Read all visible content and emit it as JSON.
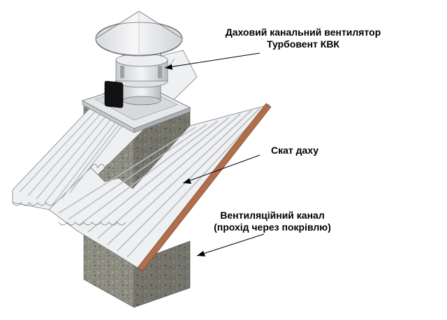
{
  "labels": {
    "fan": {
      "line1": "Даховий канальний вентилятор",
      "line2": "Турбовент КВК"
    },
    "roof_slope": "Скат даху",
    "duct": {
      "line1": "Вентиляційний канал",
      "line2": "(прохід через покрівлю)"
    }
  },
  "colors": {
    "roof": "#eef0f2",
    "roof_edge": "#b06e4a",
    "masonry": "#8c8c80",
    "fan_body": "#e4e6e8",
    "junction_box": "#111111"
  }
}
